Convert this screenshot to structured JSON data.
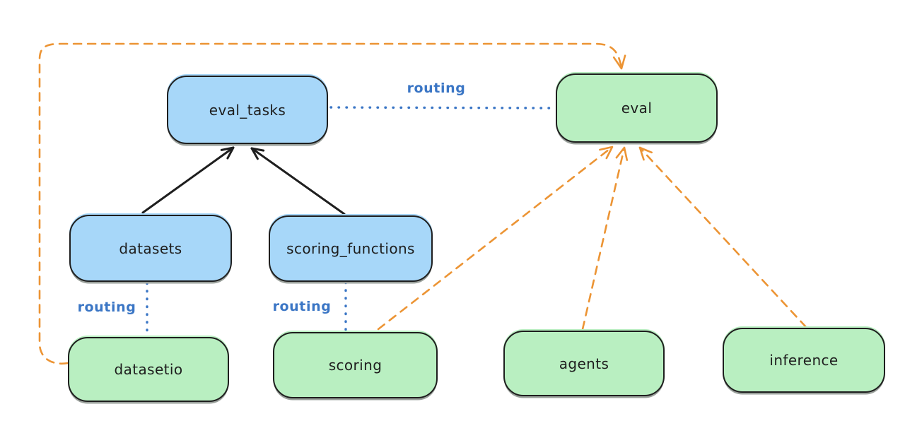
{
  "diagram": {
    "background": "#ffffff",
    "colors": {
      "node_border": "#1e1e1e",
      "blue_node_fill": "#a7d7f9",
      "green_node_fill": "#b9efc1",
      "routing_blue": "#3b76c5",
      "orange_dashed": "#ec9434",
      "black_arrow": "#1e1e1e"
    },
    "nodes": [
      {
        "id": "eval_tasks",
        "label": "eval_tasks",
        "kind": "blue"
      },
      {
        "id": "eval",
        "label": "eval",
        "kind": "green"
      },
      {
        "id": "datasets",
        "label": "datasets",
        "kind": "blue"
      },
      {
        "id": "scoring_functions",
        "label": "scoring_functions",
        "kind": "blue"
      },
      {
        "id": "datasetio",
        "label": "datasetio",
        "kind": "green"
      },
      {
        "id": "scoring",
        "label": "scoring",
        "kind": "green"
      },
      {
        "id": "agents",
        "label": "agents",
        "kind": "green"
      },
      {
        "id": "inference",
        "label": "inference",
        "kind": "green"
      }
    ],
    "edges": [
      {
        "from": "datasets",
        "to": "eval_tasks",
        "style": "solid-black-arrow",
        "label": ""
      },
      {
        "from": "scoring_functions",
        "to": "eval_tasks",
        "style": "solid-black-arrow",
        "label": ""
      },
      {
        "from": "eval_tasks",
        "to": "eval",
        "style": "dotted-blue",
        "label": "routing"
      },
      {
        "from": "datasets",
        "to": "datasetio",
        "style": "dotted-blue",
        "label": "routing"
      },
      {
        "from": "scoring_functions",
        "to": "scoring",
        "style": "dotted-blue",
        "label": "routing"
      },
      {
        "from": "datasetio",
        "to": "eval",
        "style": "dashed-orange-arrow",
        "label": ""
      },
      {
        "from": "scoring",
        "to": "eval",
        "style": "dashed-orange-arrow",
        "label": ""
      },
      {
        "from": "agents",
        "to": "eval",
        "style": "dashed-orange-arrow",
        "label": ""
      },
      {
        "from": "inference",
        "to": "eval",
        "style": "dashed-orange-arrow",
        "label": ""
      }
    ]
  }
}
